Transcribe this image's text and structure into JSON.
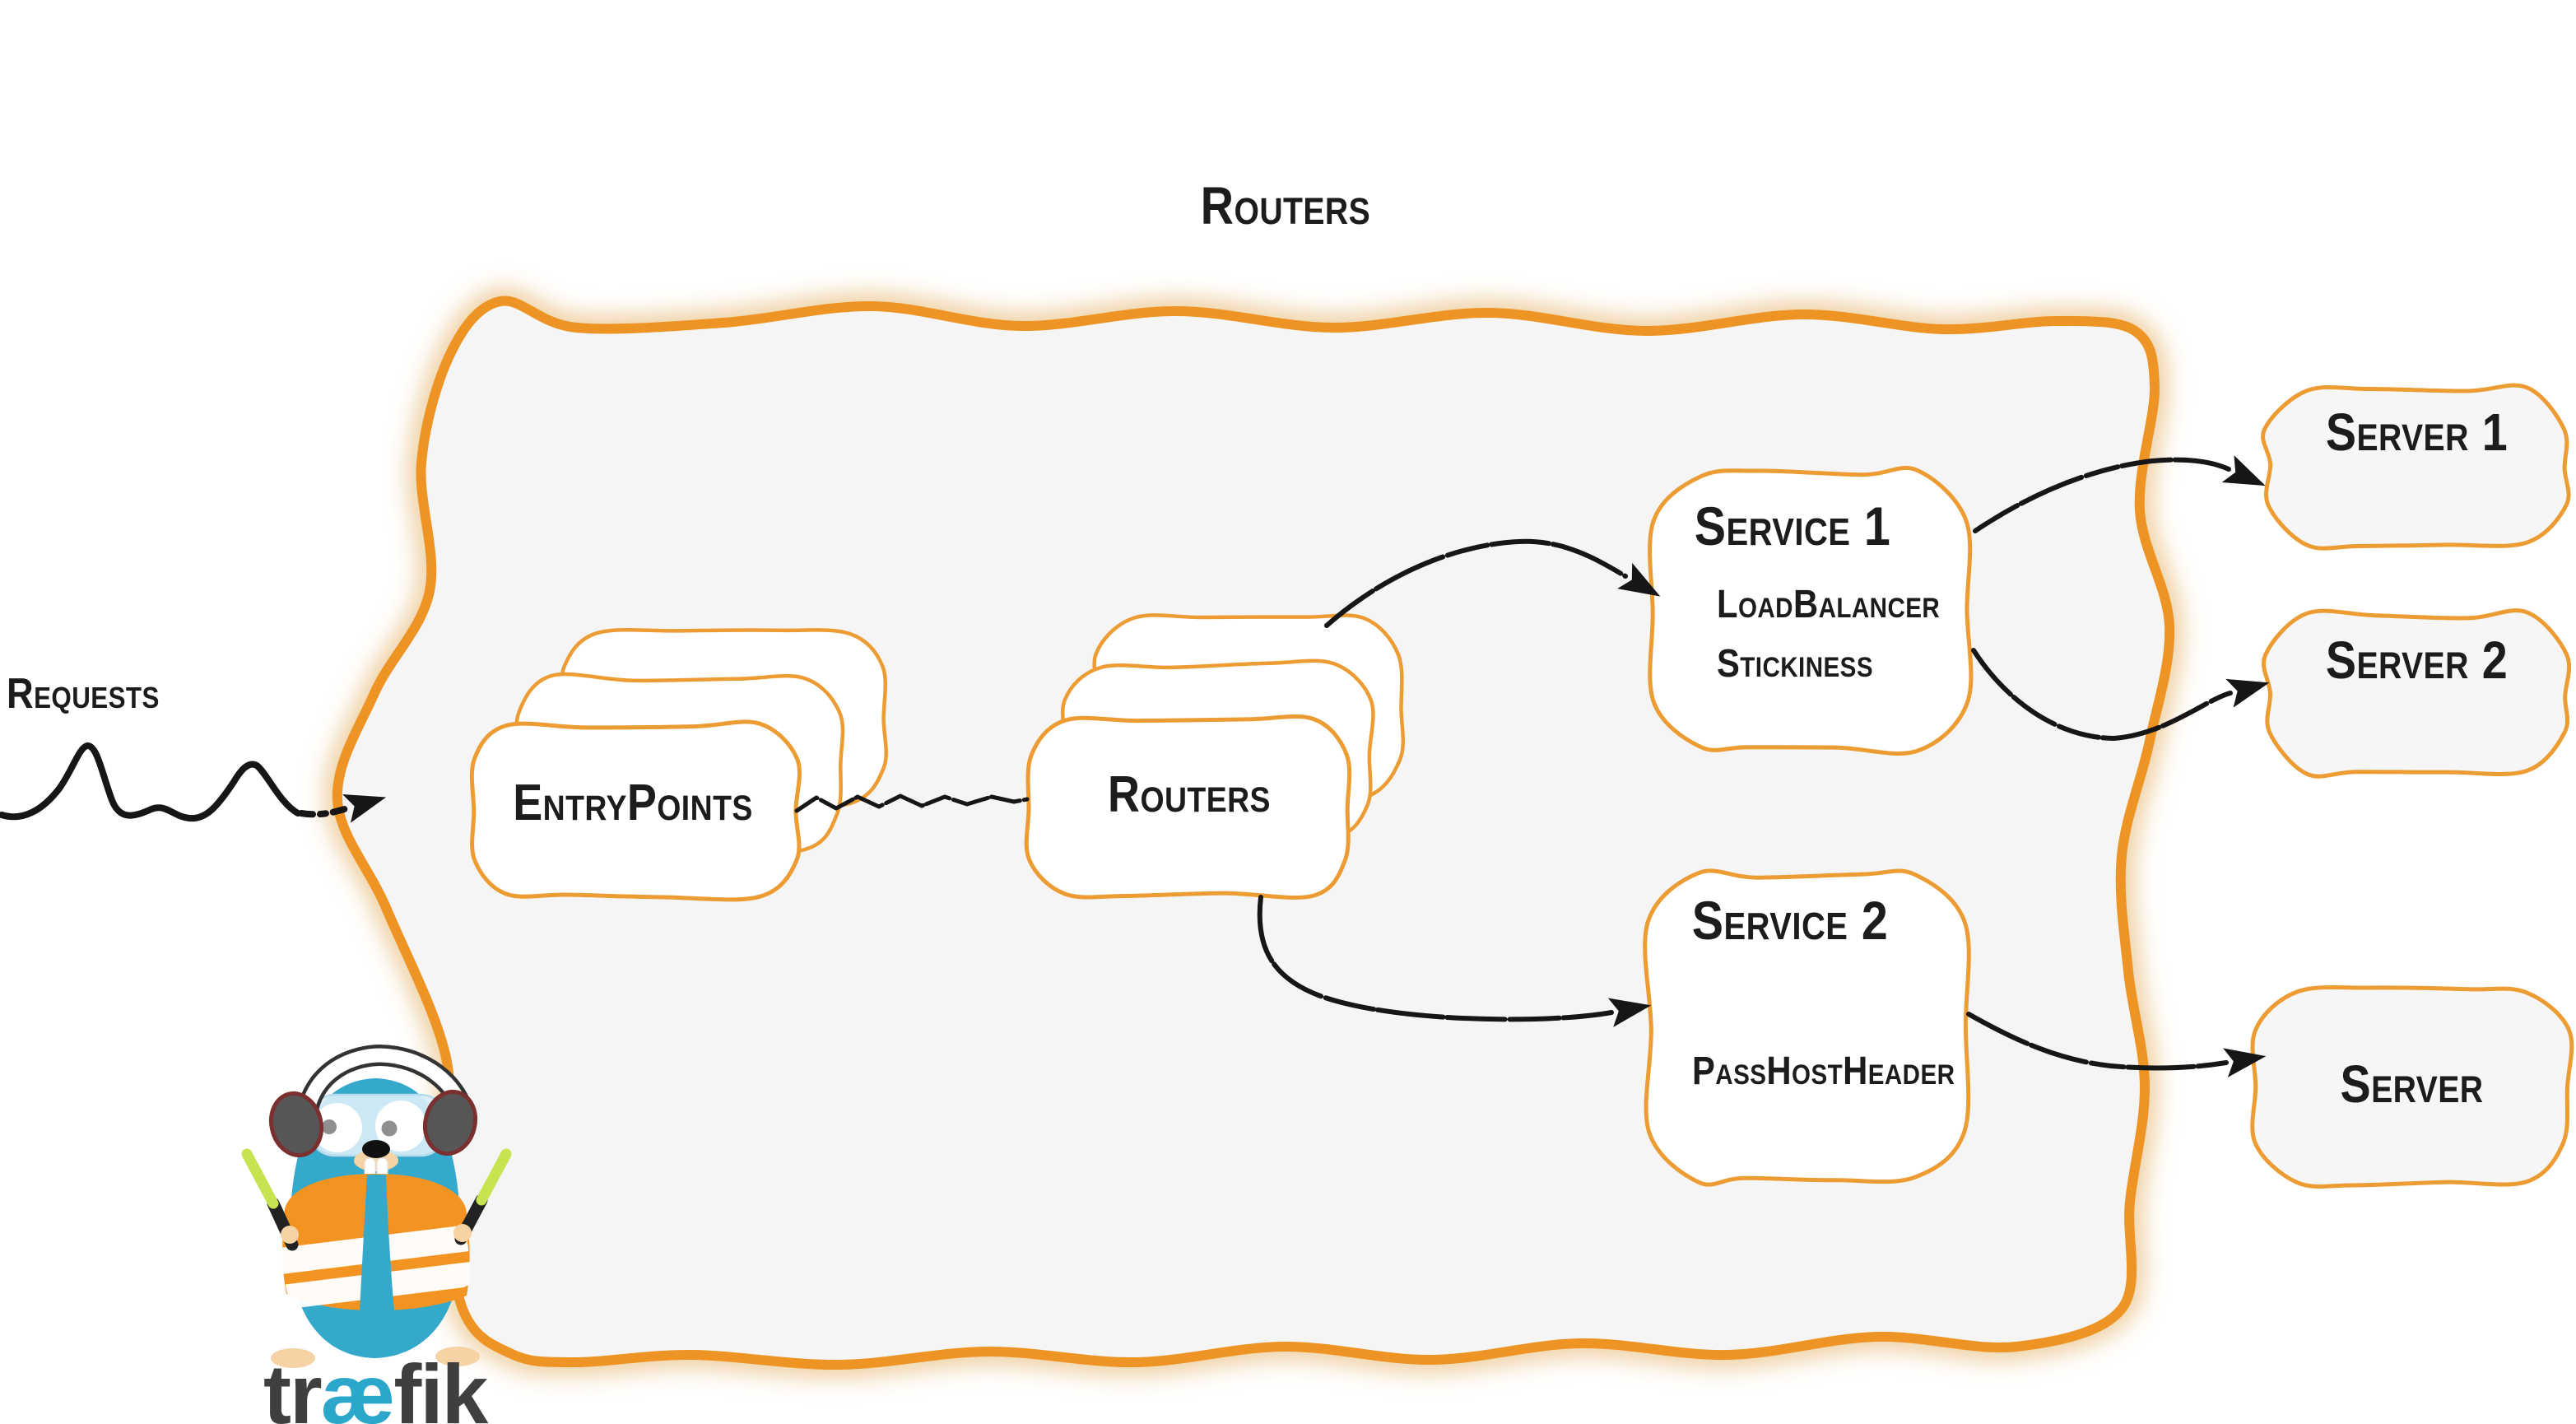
{
  "title": "Routers",
  "requests_label": "Requests",
  "entrypoints": {
    "label": "EntryPoints"
  },
  "routers_card": {
    "label": "Routers"
  },
  "service1": {
    "title": "Service 1",
    "lines": [
      "LoadBalancer",
      "Stickiness"
    ]
  },
  "service2": {
    "title": "Service 2",
    "lines": [
      "PassHostHeader"
    ]
  },
  "servers": [
    {
      "label": "Server 1"
    },
    {
      "label": "Server 2"
    },
    {
      "label": "Server"
    }
  ],
  "logo": {
    "prefix": "tr",
    "ligature": "æ",
    "suffix": "fik"
  },
  "colors": {
    "orange": "#EE9424",
    "box_fill": "#f5f5f5",
    "card_fill": "#ffffff",
    "server_fill": "#f6f6f6",
    "ink": "#161616",
    "brand_blue": "#2ba7cc",
    "gopher_blue": "#35a9cb",
    "vest_orange": "#f39422",
    "stick_green": "#c7e34f"
  }
}
